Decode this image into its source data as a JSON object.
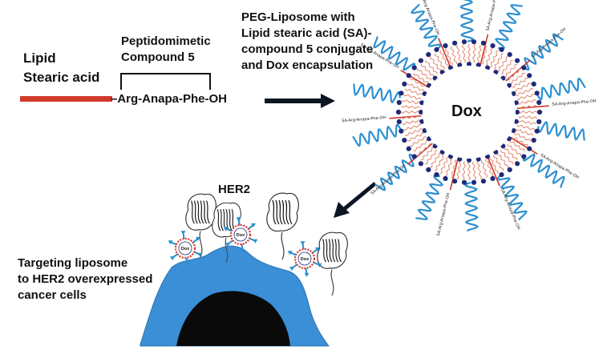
{
  "labels": {
    "lipid_line1": "Lipid",
    "lipid_line2": "Stearic acid",
    "peptido_line1": "Peptidomimetic",
    "peptido_line2": "Compound 5",
    "sequence": "–Arg-Anapa-Phe-OH",
    "peg_line1": "PEG-Liposome with",
    "peg_line2": "Lipid stearic acid (SA)-",
    "peg_line3": "compound 5 conjugate",
    "peg_line4": "and Dox encapsulation",
    "core": "Dox",
    "her2": "HER2",
    "target_line1": "Targeting liposome",
    "target_line2": "to HER2 overexpressed",
    "target_line3": "cancer cells",
    "small_dox": "Dox",
    "tether_text": "SA-Arg-Anapa-Phe-OH"
  },
  "colors": {
    "lipid_bar": "#d03a2c",
    "head_group": "#1e2a78",
    "tail": "#e07a5f",
    "peg": "#2b8fd1",
    "cell": "#3a8fd6",
    "nucleus": "#0a0a0a",
    "arrow": "#0b1622",
    "receptor": "#4a4a4a"
  },
  "icons": [
    "arrow-right-icon",
    "arrow-down-left-icon",
    "bracket-icon",
    "her2-receptor-icon"
  ]
}
